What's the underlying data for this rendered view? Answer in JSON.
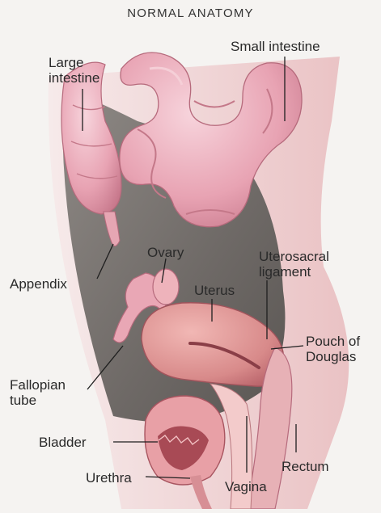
{
  "title": "NORMAL ANATOMY",
  "labels": {
    "small_intestine": "Small intestine",
    "large_intestine": "Large\nintestine",
    "appendix": "Appendix",
    "ovary": "Ovary",
    "uterosacral_ligament": "Uterosacral\nligament",
    "uterus": "Uterus",
    "pouch_of_douglas": "Pouch of\nDouglas",
    "fallopian_tube": "Fallopian\ntube",
    "bladder": "Bladder",
    "urethra": "Urethra",
    "rectum": "Rectum",
    "vagina": "Vagina"
  },
  "colors": {
    "intestine": "#e9a7b5",
    "cavity": "#7f7b78",
    "uterus": "#d98b8e",
    "tissue": "#efc3c3"
  }
}
